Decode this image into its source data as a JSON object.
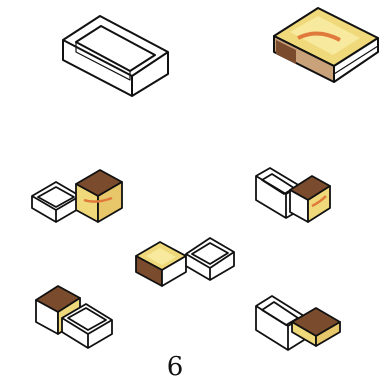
{
  "figure": {
    "caption": "6",
    "colors": {
      "outline": "#111111",
      "cover_top": "#efd97a",
      "cover_top_light": "#f7ea9e",
      "cover_band": "#e07a3c",
      "cover_dark": "#7a4b2c",
      "cover_side": "#c9a27a",
      "tray_fill": "#ffffff"
    },
    "items": [
      {
        "name": "open-tray-large",
        "kind": "tray"
      },
      {
        "name": "matchbox-closed-large",
        "kind": "matchbox"
      },
      {
        "name": "tray-and-cover-pair-top-left",
        "kind": "pair"
      },
      {
        "name": "tray-and-cover-pair-top-right",
        "kind": "pair"
      },
      {
        "name": "tray-and-cover-pair-center",
        "kind": "pair"
      },
      {
        "name": "tray-and-cover-pair-bottom-left",
        "kind": "pair"
      },
      {
        "name": "tray-and-cover-pair-bottom-right",
        "kind": "pair"
      }
    ]
  }
}
